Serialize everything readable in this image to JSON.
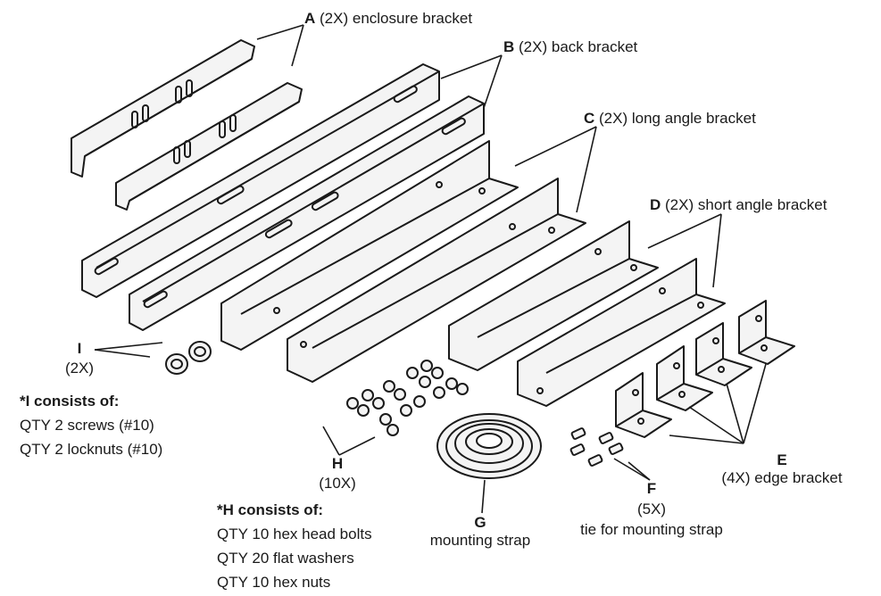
{
  "parts": {
    "A": {
      "key": "A",
      "qty": "(2X)",
      "name": "enclosure bracket"
    },
    "B": {
      "key": "B",
      "qty": "(2X)",
      "name": "back bracket"
    },
    "C": {
      "key": "C",
      "qty": "(2X)",
      "name": "long angle bracket"
    },
    "D": {
      "key": "D",
      "qty": "(2X)",
      "name": "short angle bracket"
    },
    "E": {
      "key": "E",
      "qty": "(4X)",
      "name": "edge bracket"
    },
    "F": {
      "key": "F",
      "qty": "(5X)",
      "name": "tie for mounting strap"
    },
    "G": {
      "key": "G",
      "name": "mounting strap"
    },
    "H": {
      "key": "H",
      "qty": "(10X)"
    },
    "I": {
      "key": "I",
      "qty": "(2X)"
    }
  },
  "notes": {
    "I": {
      "heading": "*I consists of:",
      "lines": [
        "QTY 2 screws (#10)",
        "QTY 2 locknuts (#10)"
      ]
    },
    "H": {
      "heading": "*H consists of:",
      "lines": [
        "QTY 10 hex head bolts",
        "QTY 20 flat washers",
        "QTY 10 hex nuts"
      ]
    }
  },
  "colors": {
    "line": "#1a1a1a",
    "part_fill": "#f4f4f4",
    "text": "#1a1a1a"
  }
}
